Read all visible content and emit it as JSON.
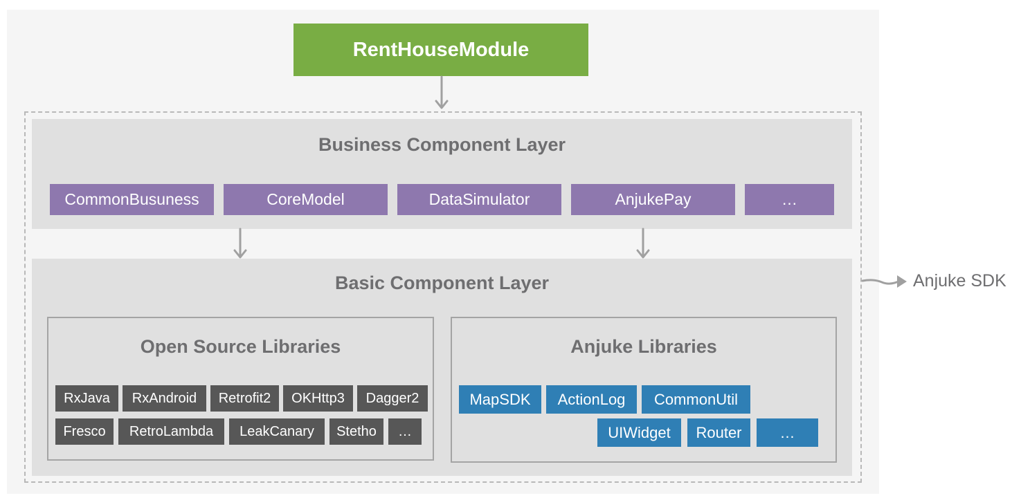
{
  "module": {
    "label": "RentHouseModule"
  },
  "business_layer": {
    "title": "Business Component Layer",
    "items": [
      "CommonBusuness",
      "CoreModel",
      "DataSimulator",
      "AnjukePay",
      "…"
    ]
  },
  "basic_layer": {
    "title": "Basic Component Layer",
    "open_source": {
      "title": "Open Source Libraries",
      "row1": [
        "RxJava",
        "RxAndroid",
        "Retrofit2",
        "OKHttp3",
        "Dagger2"
      ],
      "row2": [
        "Fresco",
        "RetroLambda",
        "LeakCanary",
        "Stetho",
        "…"
      ]
    },
    "anjuke": {
      "title": "Anjuke Libraries",
      "row1": [
        "MapSDK",
        "ActionLog",
        "CommonUtil"
      ],
      "row2": [
        "UIWidget",
        "Router",
        "…"
      ]
    }
  },
  "sdk_label": "Anjuke SDK",
  "colors": {
    "module": "#79ad44",
    "business_item": "#8e78ae",
    "open_source_item": "#575757",
    "anjuke_item": "#2f7fb5",
    "layer_bg": "#e0e0e0",
    "arrow": "#a0a0a0"
  }
}
